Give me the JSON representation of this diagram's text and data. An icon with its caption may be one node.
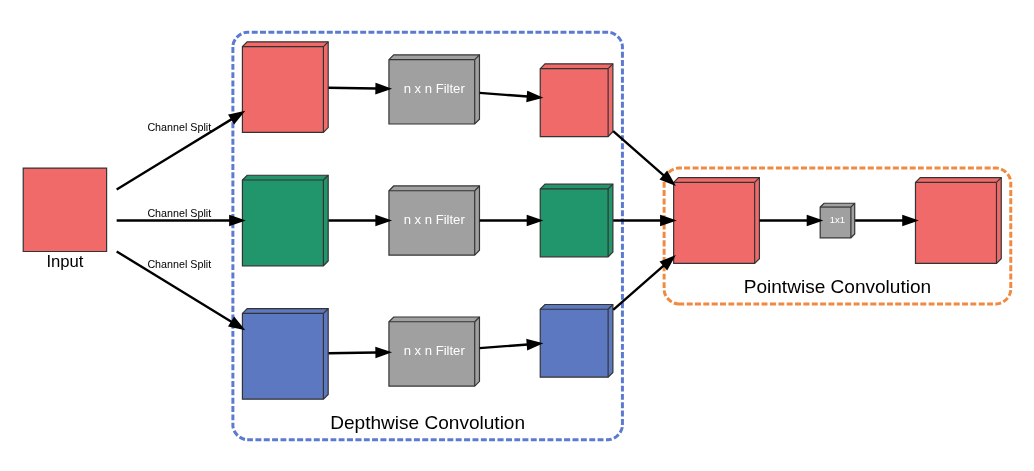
{
  "diagram": {
    "nodes": [
      {
        "text": [
          "Depthwise Convolution"
        ]
      },
      {
        "text": [
          "Pointwise Convolution"
        ]
      },
      {
        "text": [
          "Input"
        ]
      },
      {
        "text": [],
        "shape": "box",
        "in": 0
      },
      {
        "text": [],
        "shape": "box",
        "in": 0
      },
      {
        "text": [],
        "shape": "box",
        "in": 0
      },
      {
        "text": [
          "n x n Filter"
        ],
        "in": 0
      },
      {
        "text": [
          "n x n Filter"
        ],
        "in": 0
      },
      {
        "text": [
          "n x n Filter"
        ],
        "in": 0
      },
      {
        "text": [],
        "shape": "box",
        "in": 0
      },
      {
        "text": [],
        "shape": "box",
        "in": 0
      },
      {
        "text": [],
        "shape": "box",
        "in": 0
      },
      {
        "text": [],
        "shape": "box",
        "in": 1
      },
      {
        "text": [
          "1x1"
        ],
        "in": 1
      },
      {
        "text": [],
        "shape": "box",
        "in": 1
      }
    ],
    "edges": [
      {
        "from": 2,
        "to": 3,
        "arrow": "to",
        "label": "Channel Split"
      },
      {
        "from": 2,
        "to": 4,
        "arrow": "to",
        "label": "Channel Split"
      },
      {
        "from": 2,
        "to": 5,
        "arrow": "to",
        "label": "Channel Split"
      },
      {
        "from": 3,
        "to": 6,
        "arrow": "to"
      },
      {
        "from": 6,
        "to": 9,
        "arrow": "to"
      },
      {
        "from": 4,
        "to": 7,
        "arrow": "to"
      },
      {
        "from": 7,
        "to": 10,
        "arrow": "to"
      },
      {
        "from": 5,
        "to": 8,
        "arrow": "to"
      },
      {
        "from": 8,
        "to": 11,
        "arrow": "to"
      },
      {
        "from": 9,
        "to": 12,
        "arrow": "to"
      },
      {
        "from": 10,
        "to": 12,
        "arrow": "to"
      },
      {
        "from": 11,
        "to": 12,
        "arrow": "to"
      },
      {
        "from": 12,
        "to": 13,
        "arrow": "to"
      },
      {
        "from": 13,
        "to": 14,
        "arrow": "to"
      }
    ]
  }
}
